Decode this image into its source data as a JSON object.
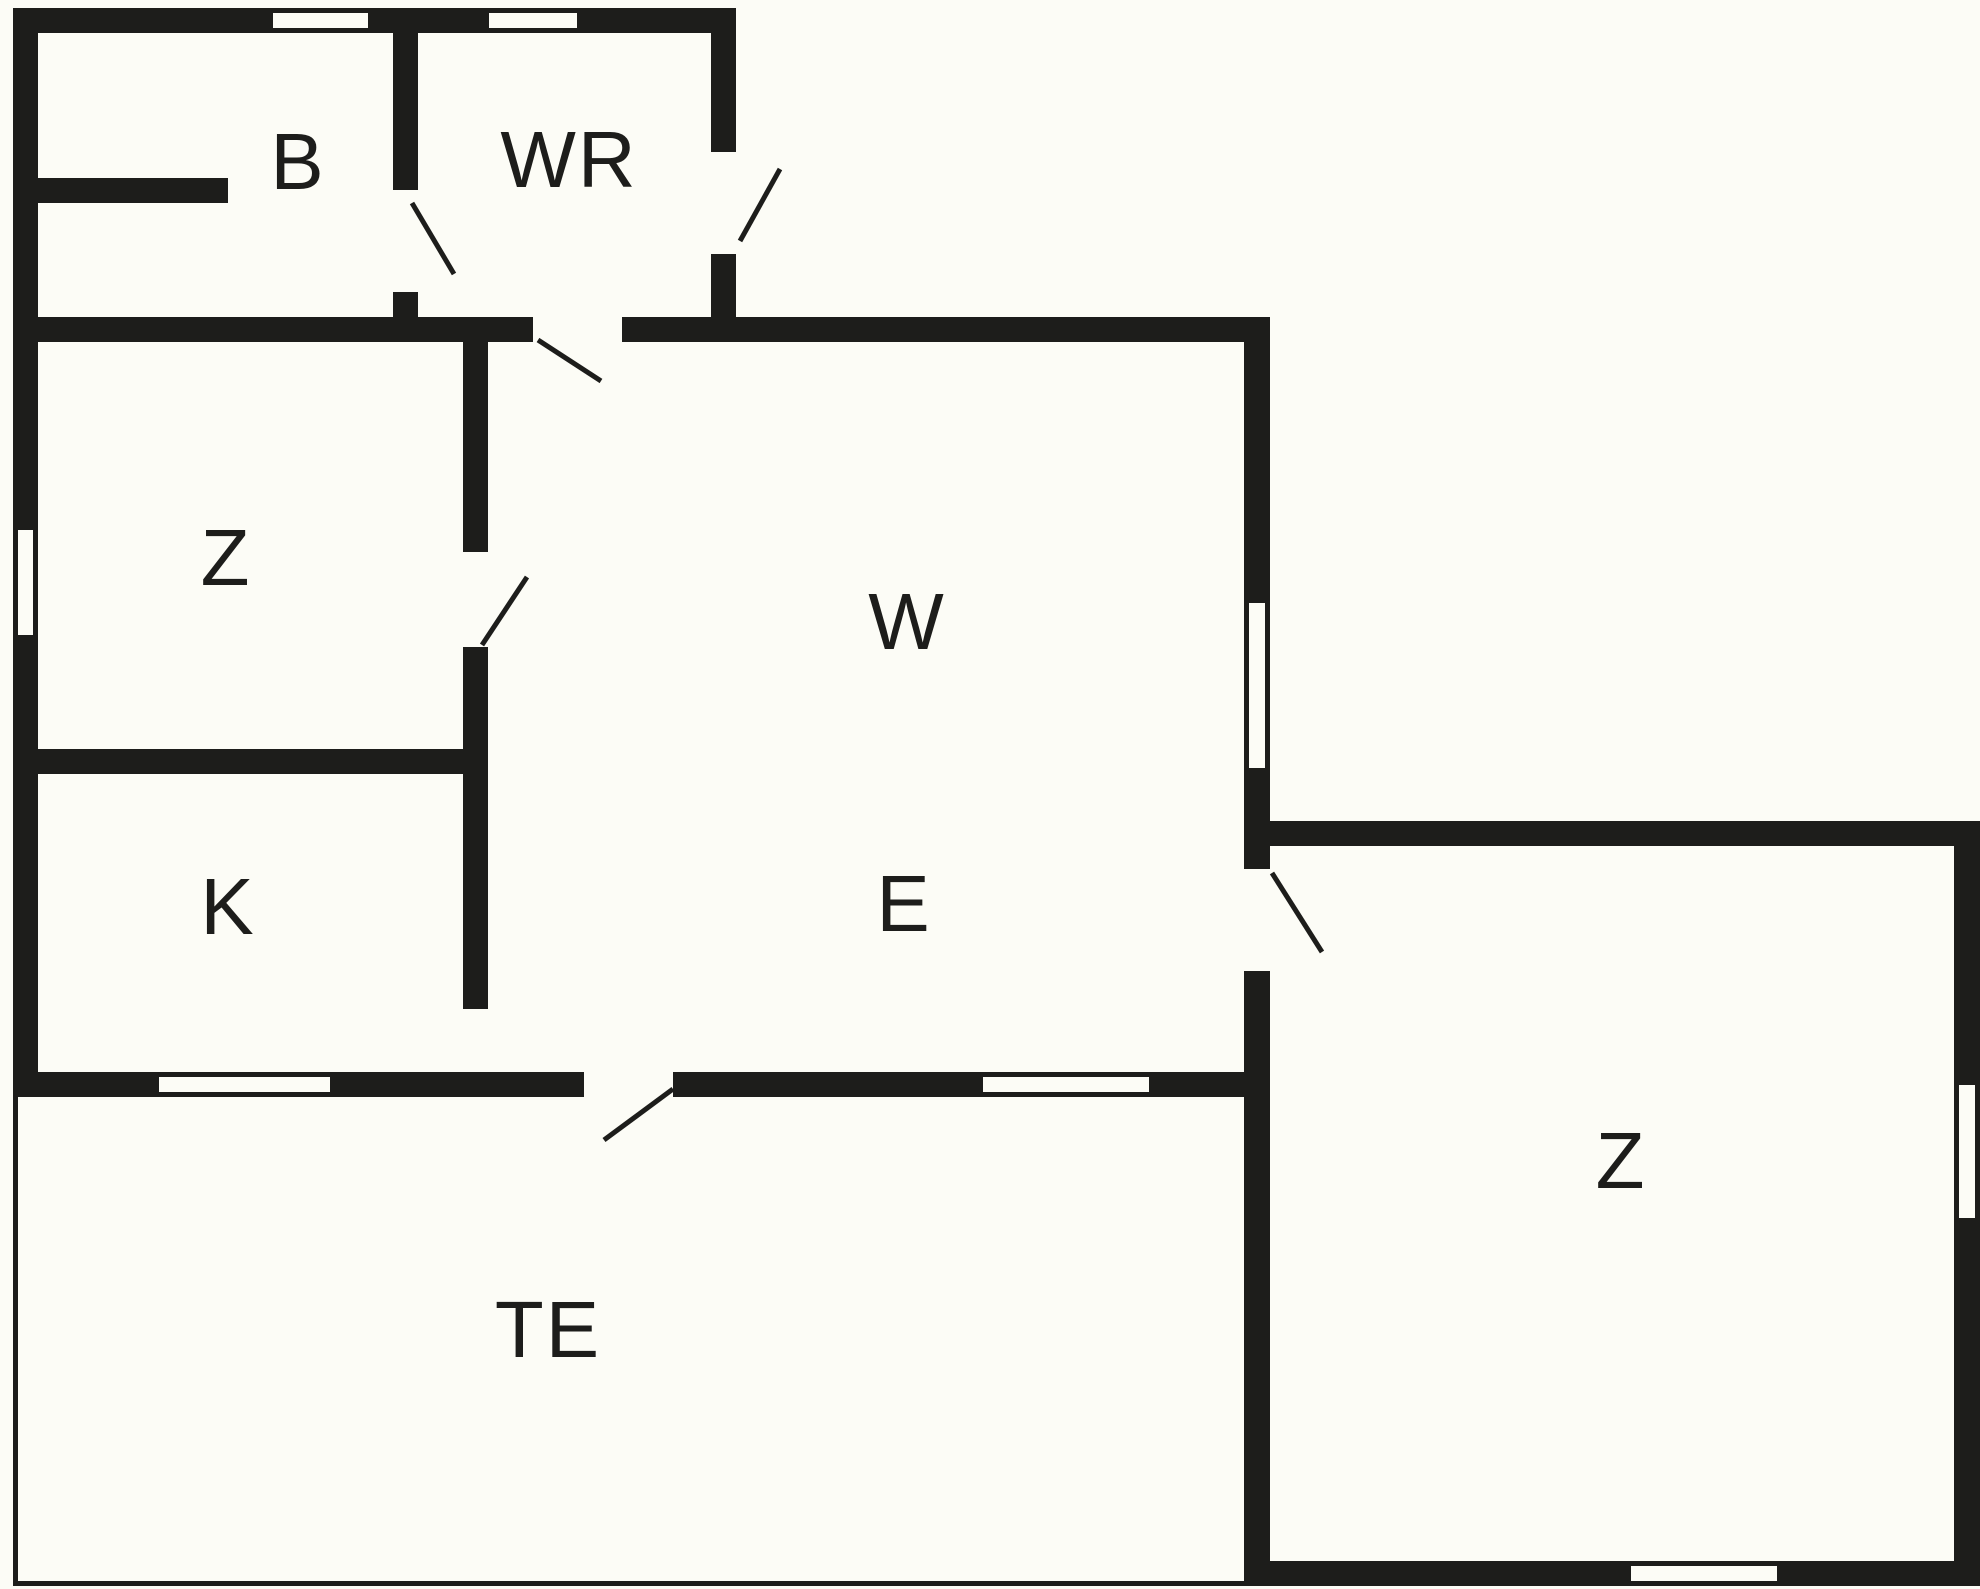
{
  "floorplan": {
    "title": "floor-plan",
    "colors": {
      "wall": "#1d1d1b",
      "background": "#fcfcf6"
    },
    "rooms": [
      {
        "id": "b",
        "label": "B"
      },
      {
        "id": "wr",
        "label": "WR"
      },
      {
        "id": "z-top",
        "label": "Z"
      },
      {
        "id": "k",
        "label": "K"
      },
      {
        "id": "w",
        "label": "W"
      },
      {
        "id": "e",
        "label": "E"
      },
      {
        "id": "te",
        "label": "TE"
      },
      {
        "id": "z-right",
        "label": "Z"
      }
    ]
  }
}
